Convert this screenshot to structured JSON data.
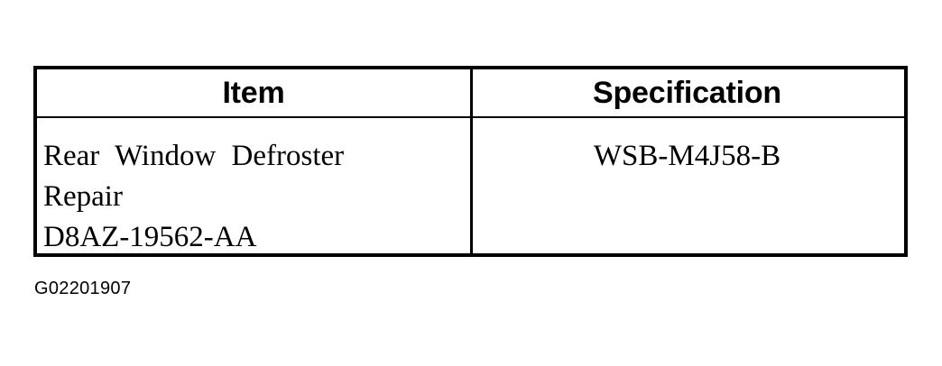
{
  "document": {
    "background_color": "#ffffff",
    "ink_color": "#000000"
  },
  "table": {
    "columns": [
      {
        "key": "item",
        "header": "Item"
      },
      {
        "key": "specification",
        "header": "Specification"
      }
    ],
    "rows": [
      {
        "item_lines": [
          "Rear Window Defroster",
          "Repair",
          "D8AZ-19562-AA"
        ],
        "specification": "WSB-M4J58-B"
      }
    ]
  },
  "caption": {
    "text": "G02201907"
  }
}
